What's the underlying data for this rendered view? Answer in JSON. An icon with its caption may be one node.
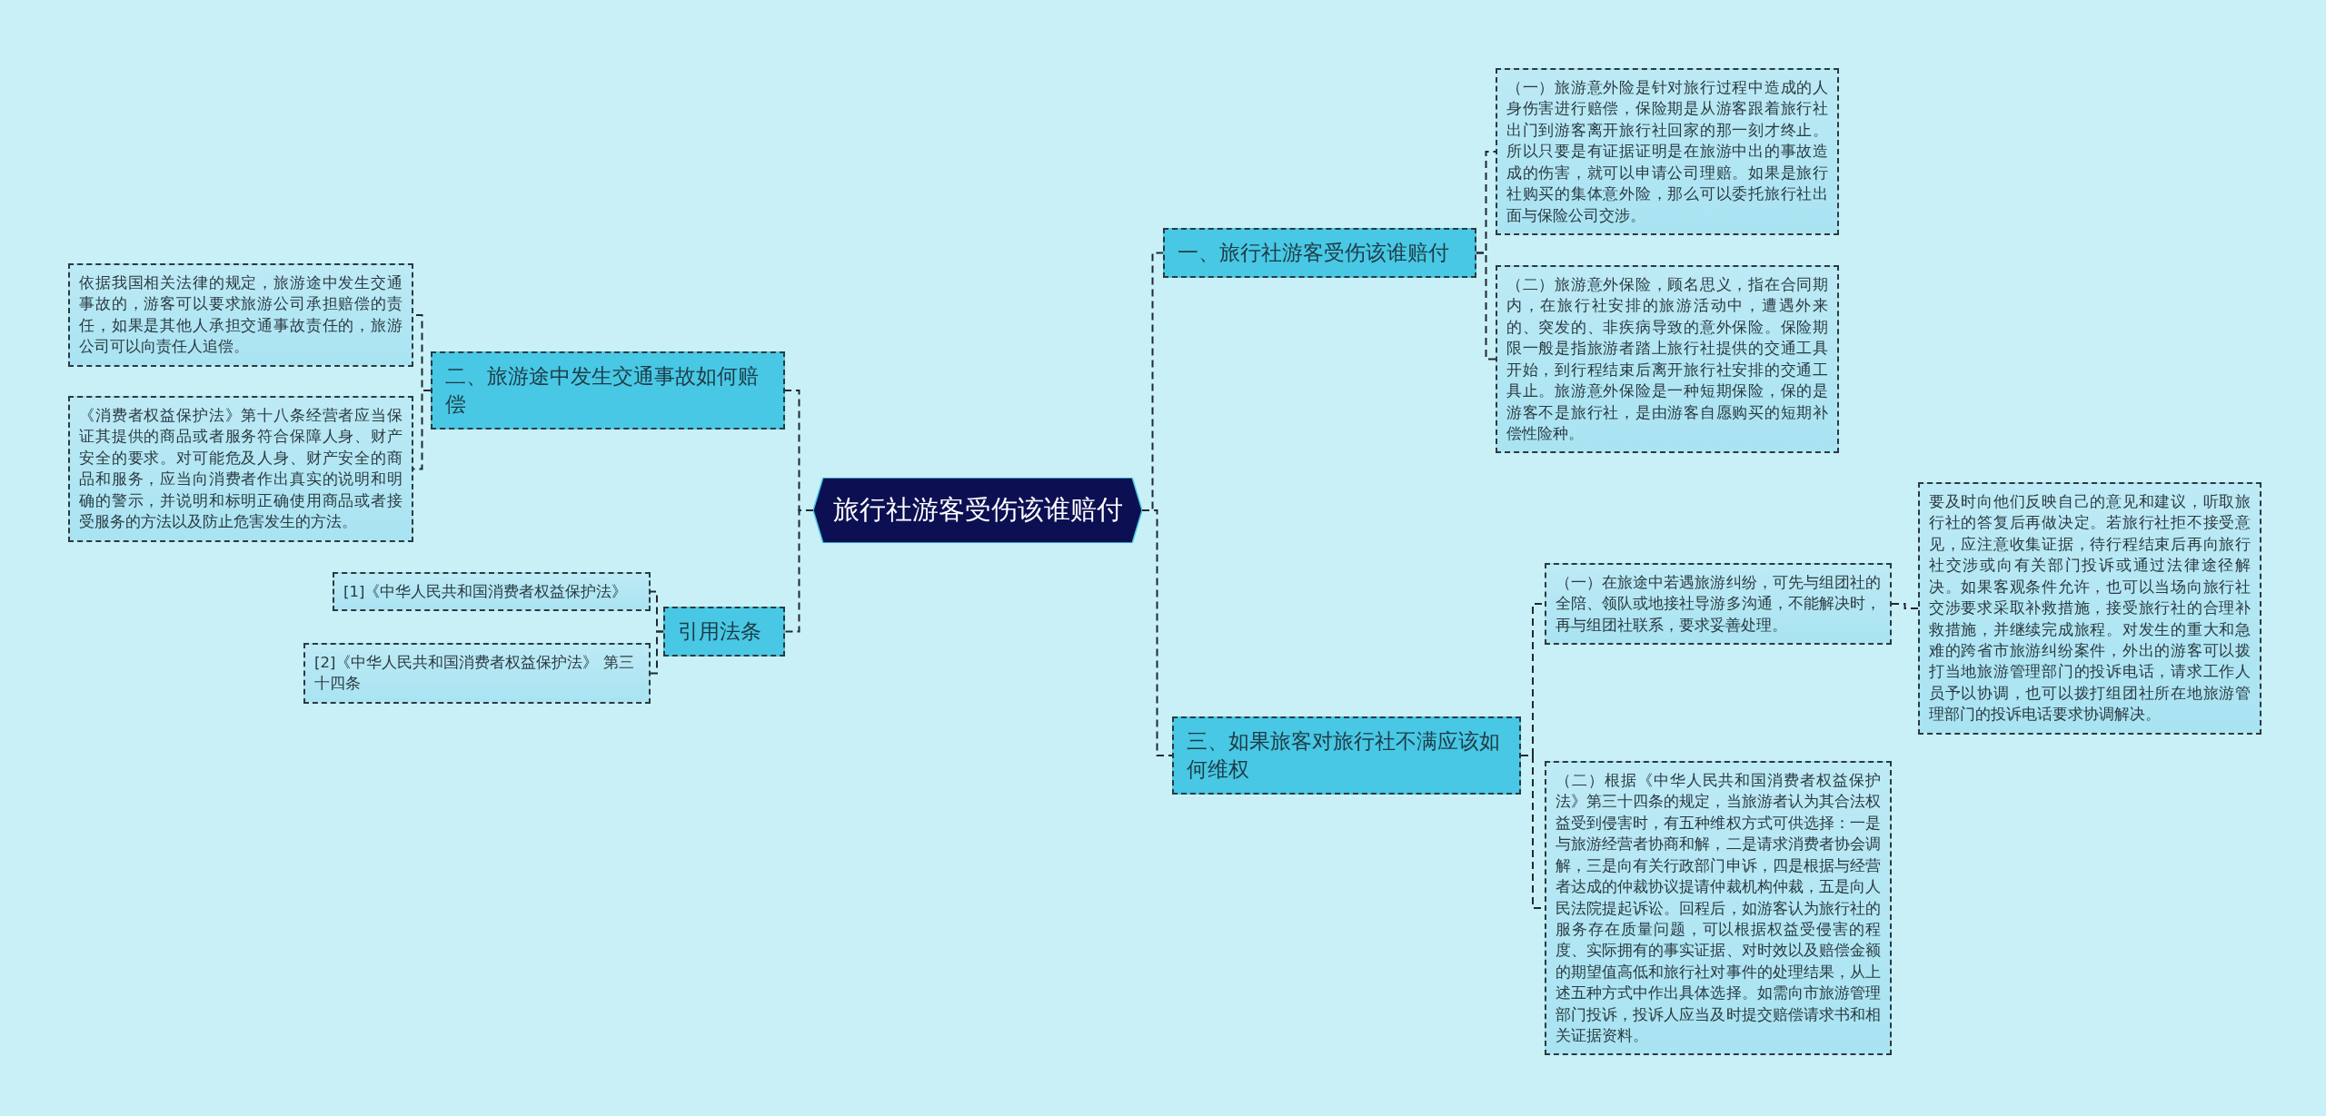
{
  "diagram": {
    "nodes": [
      {
        "text": [
          "旅行社游客受伤该谁赔付"
        ]
      },
      {
        "text": [
          "一、旅行社游客受伤该谁赔付"
        ]
      },
      {
        "text": [
          "（一）旅游意外险是针对旅行过程中造成的人身伤害进行赔偿，保险期是从游客跟着旅行社出门到游客离开旅行社回家的那一刻才终止。所以只要是有证据证明是在旅游中出的事故造成的伤害，就可以申请公司理赔。如果是旅行社购买的集体意外险，那么可以委托旅行社出面与保险公司交涉。"
        ]
      },
      {
        "text": [
          "（二）旅游意外保险，顾名思义，指在合同期内，在旅行社安排的旅游活动中，遭遇外来的、突发的、非疾病导致的意外保险。保险期限一般是指旅游者踏上旅行社提供的交通工具开始，到行程结束后离开旅行社安排的交通工具止。旅游意外保险是一种短期保险，保的是游客不是旅行社，是由游客自愿购买的短期补偿性险种。"
        ]
      },
      {
        "text": [
          "二、旅游途中发生交通事故如何赔偿"
        ]
      },
      {
        "text": [
          "依据我国相关法律的规定，旅游途中发生交通事故的，游客可以要求旅游公司承担赔偿的责任，如果是其他人承担交通事故责任的，旅游公司可以向责任人追偿。"
        ]
      },
      {
        "text": [
          "《消费者权益保护法》第十八条经营者应当保证其提供的商品或者服务符合保障人身、财产安全的要求。对可能危及人身、财产安全的商品和服务，应当向消费者作出真实的说明和明确的警示，并说明和标明正确使用商品或者接受服务的方法以及防止危害发生的方法。"
        ]
      },
      {
        "text": [
          "引用法条"
        ]
      },
      {
        "text": [
          "[1]《中华人民共和国消费者权益保护法》"
        ]
      },
      {
        "text": [
          "[2]《中华人民共和国消费者权益保护法》 第三十四条"
        ]
      },
      {
        "text": [
          "三、如果旅客对旅行社不满应该如何维权"
        ]
      },
      {
        "text": [
          "（一）在旅途中若遇旅游纠纷，可先与组团社的全陪、领队或地接社导游多沟通，不能解决时，再与组团社联系，要求妥善处理。"
        ]
      },
      {
        "text": [
          "要及时向他们反映自己的意见和建议，听取旅行社的答复后再做决定。若旅行社拒不接受意见，应注意收集证据，待行程结束后再向旅行社交涉或向有关部门投诉或通过法律途径解决。如果客观条件允许，也可以当场向旅行社交涉要求采取补救措施，接受旅行社的合理补救措施，并继续完成旅程。对发生的重大和急难的跨省市旅游纠纷案件，外出的游客可以拨打当地旅游管理部门的投诉电话，请求工作人员予以协调，也可以拨打组团社所在地旅游管理部门的投诉电话要求协调解决。"
        ]
      },
      {
        "text": [
          "（二）根据《中华人民共和国消费者权益保护法》第三十四条的规定，当旅游者认为其合法权益受到侵害时，有五种维权方式可供选择：一是与旅游经营者协商和解，二是请求消费者协会调解，三是向有关行政部门申诉，四是根据与经营者达成的仲裁协议提请仲裁机构仲裁，五是向人民法院提起诉讼。回程后，如游客认为旅行社的服务存在质量问题，可以根据权益受侵害的程度、实际拥有的事实证据、对时效以及赔偿金额的期望值高低和旅行社对事件的处理结果，从上述五种方式中作出具体选择。如需向市旅游管理部门投诉，投诉人应当及时提交赔偿请求书和相关证据资料。"
        ]
      }
    ],
    "edges": [
      {
        "from": 0,
        "to": 1,
        "arrow": "none"
      },
      {
        "from": 1,
        "to": 2,
        "arrow": "none"
      },
      {
        "from": 1,
        "to": 3,
        "arrow": "none"
      },
      {
        "from": 0,
        "to": 4,
        "arrow": "none"
      },
      {
        "from": 4,
        "to": 5,
        "arrow": "none"
      },
      {
        "from": 4,
        "to": 6,
        "arrow": "none"
      },
      {
        "from": 0,
        "to": 7,
        "arrow": "none"
      },
      {
        "from": 7,
        "to": 8,
        "arrow": "none"
      },
      {
        "from": 7,
        "to": 9,
        "arrow": "none"
      },
      {
        "from": 0,
        "to": 10,
        "arrow": "none"
      },
      {
        "from": 10,
        "to": 11,
        "arrow": "none"
      },
      {
        "from": 11,
        "to": 12,
        "arrow": "none"
      },
      {
        "from": 10,
        "to": 13,
        "arrow": "none"
      }
    ]
  }
}
